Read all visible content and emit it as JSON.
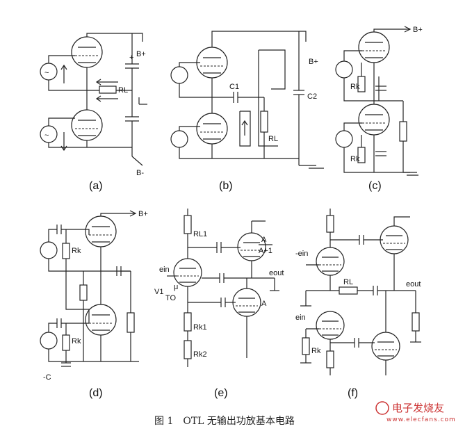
{
  "figure": {
    "caption": "图 1　OTL 无输出功放基本电路",
    "watermark": {
      "name": "电子发烧友",
      "url": "www.elecfans.com"
    }
  },
  "panels": {
    "a": {
      "label": "(a)",
      "texts": {
        "bplus": "B+",
        "bminus": "B-",
        "rl": "RL",
        "plus": "+"
      }
    },
    "b": {
      "label": "(b)",
      "texts": {
        "bplus": "B+",
        "c1": "C1",
        "c2": "C2",
        "rl": "RL"
      }
    },
    "c": {
      "label": "(c)",
      "texts": {
        "bplus": "B+",
        "rk1": "Rk",
        "rk2": "Rk"
      }
    },
    "d": {
      "label": "(d)",
      "texts": {
        "bplus": "B+",
        "rk1": "Rk",
        "rk2": "Rk",
        "minusc": "-C"
      }
    },
    "e": {
      "label": "(e)",
      "texts": {
        "rl1": "RL1",
        "rk1": "Rk1",
        "rk2": "Rk2",
        "ein": "ein",
        "eout": "eout",
        "v1": "V1",
        "mu": "μ",
        "to": "TO",
        "a_top": "A",
        "a1": "A+1",
        "a_bot": "A"
      }
    },
    "f": {
      "label": "(f)",
      "texts": {
        "ein1": "-ein",
        "ein2": "ein",
        "rl": "RL",
        "rk": "Rk",
        "eout": "eout"
      }
    }
  },
  "colors": {
    "ink": "#222222",
    "watermark": "#cc3333"
  }
}
